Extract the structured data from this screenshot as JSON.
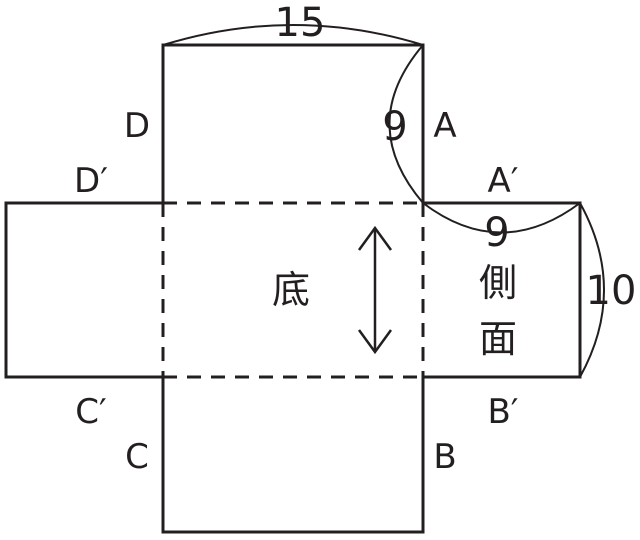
{
  "diagram": {
    "labels": {
      "top_length": "15",
      "d": "D",
      "a": "A",
      "side_9_a": "9",
      "d_prime": "D′",
      "a_prime": "A′",
      "side_9_b": "9",
      "c_prime": "C′",
      "b_prime": "B′",
      "c": "C",
      "b": "B",
      "side_10": "10",
      "bottom_face": "底",
      "side_face_1": "側",
      "side_face_2": "面"
    },
    "colors": {
      "stroke": "#231f20",
      "background": "#ffffff"
    }
  }
}
